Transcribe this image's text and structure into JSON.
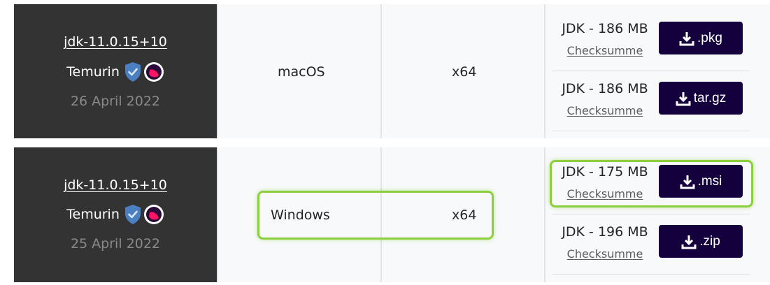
{
  "colors": {
    "release_bg": "#333333",
    "row_bg": "#f8f9fa",
    "button_bg": "#14003c",
    "highlight": "#8ccf3e",
    "shield": "#4a7fc1",
    "badge_ring": "#ffffff",
    "badge_fill": "#ff1464"
  },
  "icons": {
    "certified": "shield-check-icon",
    "vendor_badge": "temurin-logo-icon",
    "download": "download-icon"
  },
  "releases": [
    {
      "version": "jdk-11.0.15+10",
      "vendor": "Temurin",
      "date": "26 April 2022",
      "os": "macOS",
      "arch": "x64",
      "packages": [
        {
          "size": "JDK - 186 MB",
          "checksum": "Checksumme",
          "button": ".pkg"
        },
        {
          "size": "JDK - 186 MB",
          "checksum": "Checksumme",
          "button": "tar.gz"
        }
      ]
    },
    {
      "version": "jdk-11.0.15+10",
      "vendor": "Temurin",
      "date": "25 April 2022",
      "os": "Windows",
      "arch": "x64",
      "packages": [
        {
          "size": "JDK - 175 MB",
          "checksum": "Checksumme",
          "button": ".msi"
        },
        {
          "size": "JDK - 196 MB",
          "checksum": "Checksumme",
          "button": ".zip"
        }
      ]
    }
  ]
}
